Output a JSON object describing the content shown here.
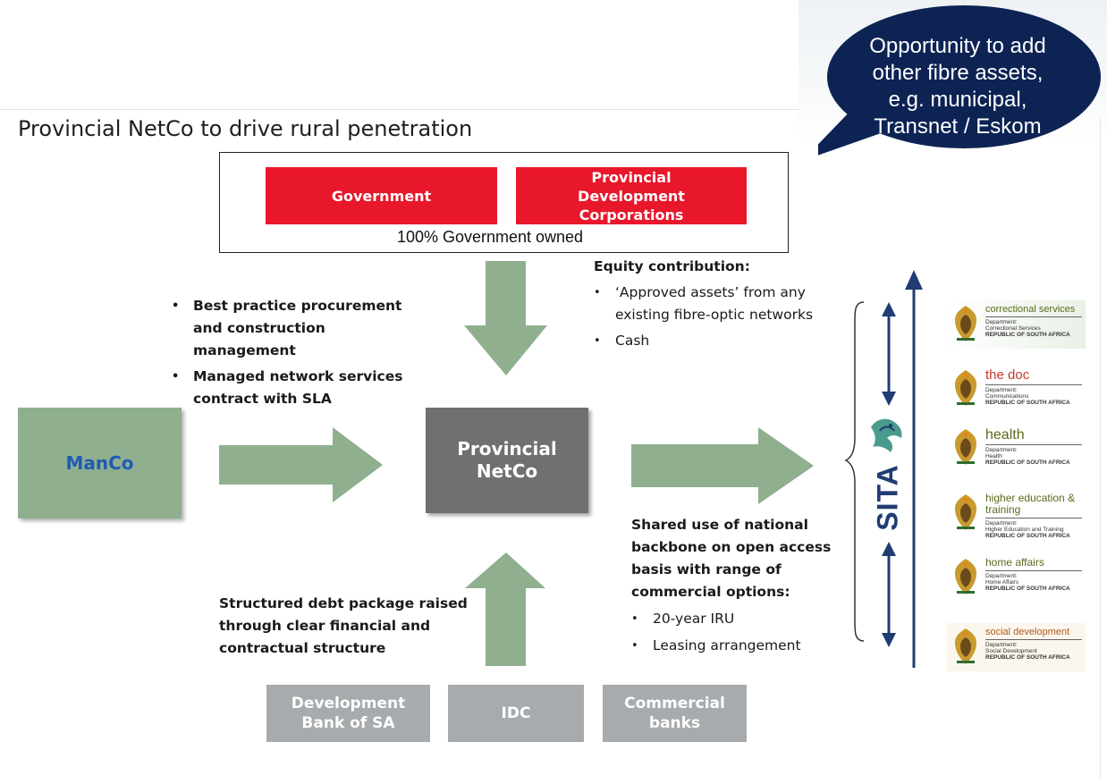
{
  "title": "Provincial NetCo to drive rural penetration",
  "bubble": {
    "lines": [
      "Opportunity to add",
      "other fibre assets,",
      "e.g. municipal,",
      "Transnet / Eskom"
    ]
  },
  "owners": {
    "government": "Government",
    "pdc": [
      "Provincial",
      "Development",
      "Corporations"
    ],
    "caption": "100% Government owned"
  },
  "equity": {
    "heading": "Equity contribution:",
    "items": [
      "‘Approved assets’ from any existing fibre-optic networks",
      "Cash"
    ]
  },
  "manco_services": {
    "items": [
      "Best practice procurement and construction management",
      "Managed network services contract with SLA"
    ]
  },
  "manco": "ManCo",
  "netco": [
    "Provincial",
    "NetCo"
  ],
  "debt_text": "Structured debt package raised through clear financial and contractual structure",
  "shared_use": {
    "heading": "Shared use of national backbone on open access basis with range of commercial options:",
    "items": [
      "20-year IRU",
      "Leasing arrangement"
    ]
  },
  "funders": {
    "dbsa": [
      "Development",
      "Bank of SA"
    ],
    "idc": "IDC",
    "banks": [
      "Commercial",
      "banks"
    ]
  },
  "sita": "SITA",
  "departments": [
    {
      "name": "correctional services",
      "sub": [
        "Department:",
        "Correctional Services",
        "REPUBLIC OF SOUTH AFRICA"
      ]
    },
    {
      "name": "the doc",
      "sub": [
        "Department:",
        "Communications",
        "REPUBLIC OF SOUTH AFRICA"
      ]
    },
    {
      "name": "health",
      "sub": [
        "Department:",
        "Health",
        "REPUBLIC OF SOUTH AFRICA"
      ]
    },
    {
      "name": "higher education & training",
      "sub": [
        "Department:",
        "Higher Education and Training",
        "REPUBLIC OF SOUTH AFRICA"
      ]
    },
    {
      "name": "home affairs",
      "sub": [
        "Department:",
        "Home Affairs",
        "REPUBLIC OF SOUTH AFRICA"
      ]
    },
    {
      "name": "social development",
      "sub": [
        "Department:",
        "Social Development",
        "REPUBLIC OF SOUTH AFRICA"
      ]
    }
  ],
  "colors": {
    "red": "#e8172b",
    "green_arrow": "#8faf8f",
    "netco_grey": "#707070",
    "funder_grey": "#a7abad",
    "bubble_navy": "#0d2354",
    "manco_text": "#1f5bb5",
    "sita_blue": "#1f3c73"
  }
}
